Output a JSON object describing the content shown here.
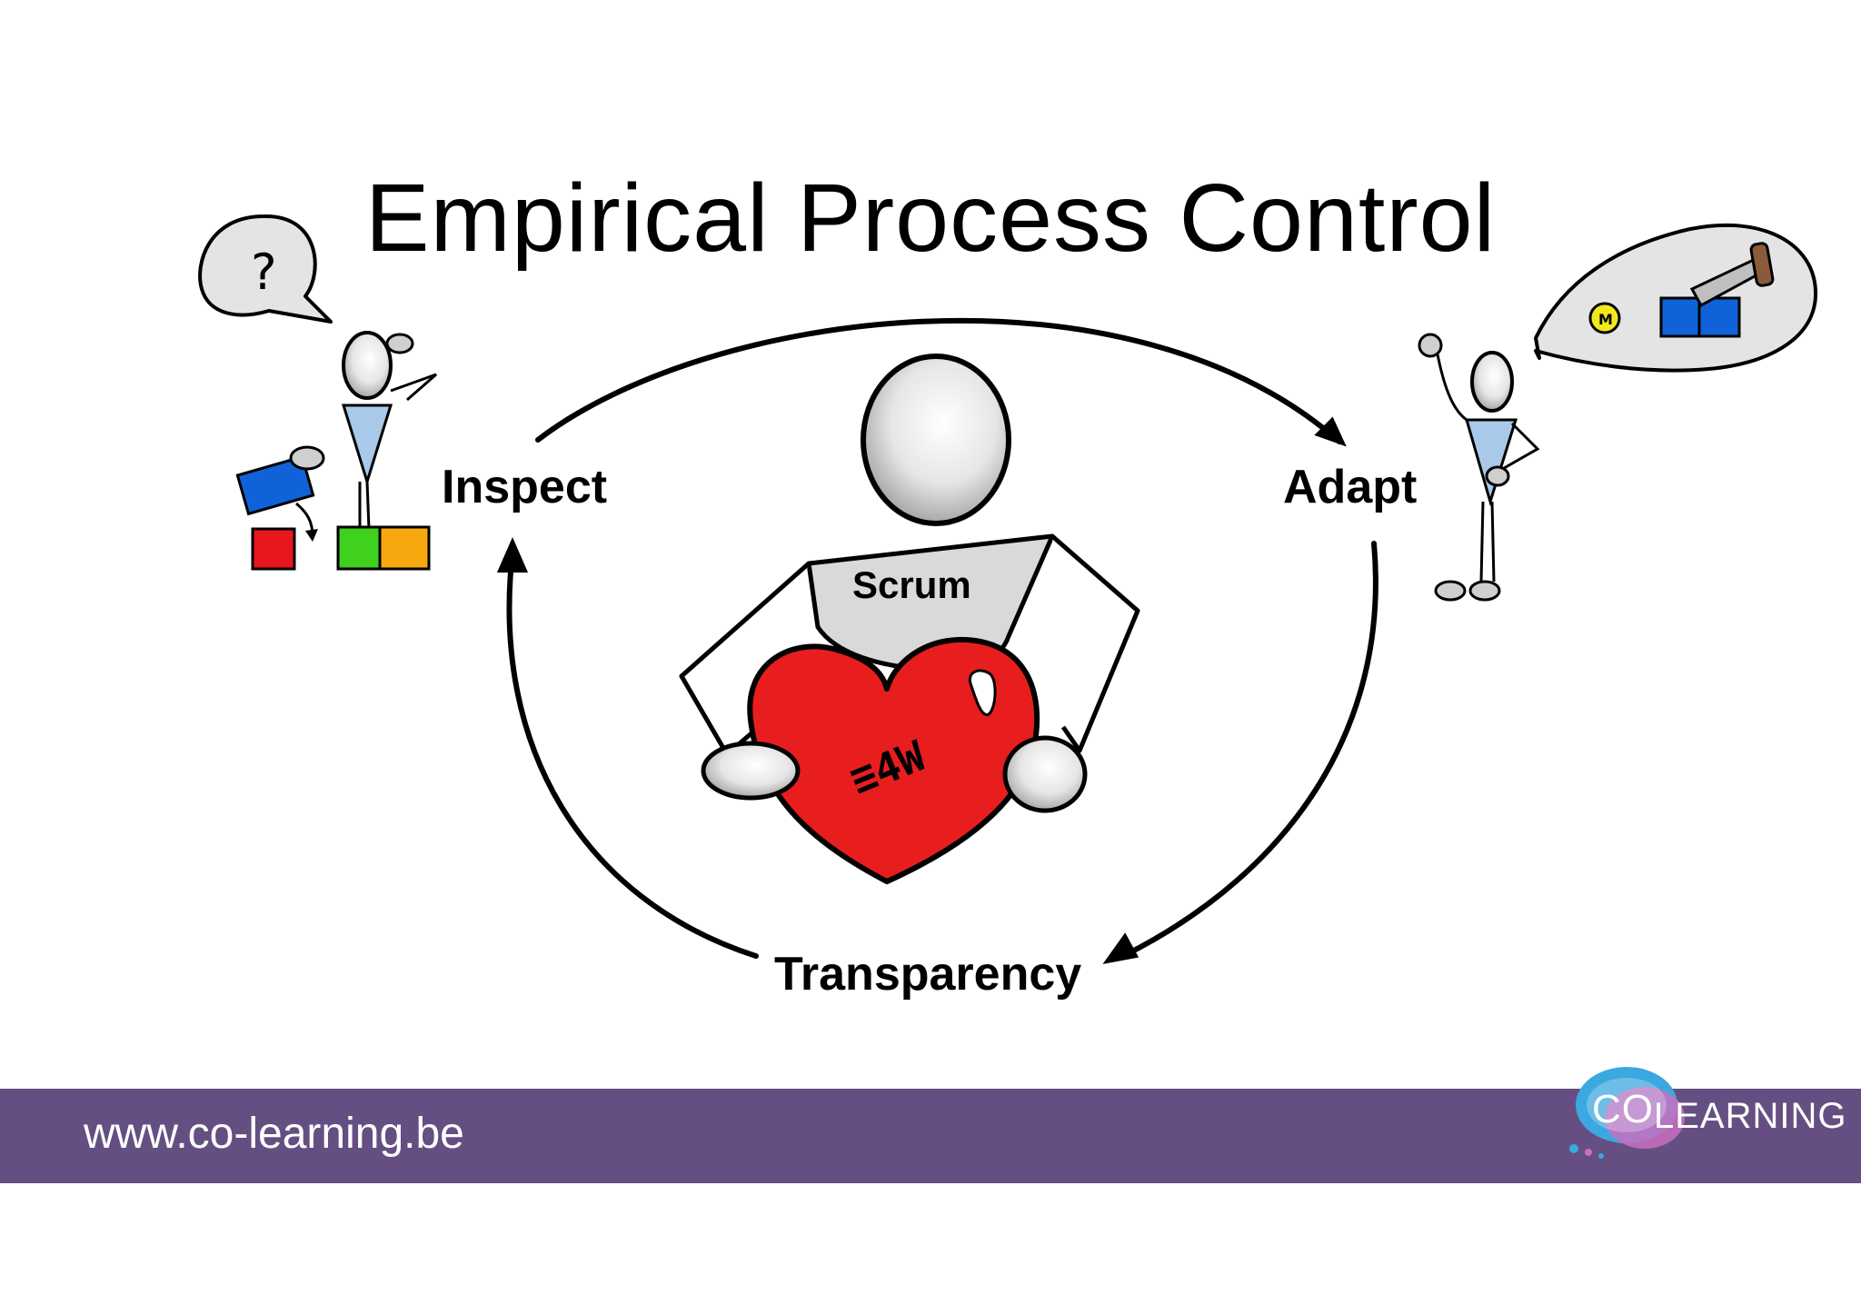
{
  "diagram": {
    "title": "Empirical Process Control",
    "center_label": "Scrum",
    "heart_text": "≡4W",
    "nodes": [
      {
        "id": "inspect",
        "label": "Inspect"
      },
      {
        "id": "adapt",
        "label": "Adapt"
      },
      {
        "id": "transparency",
        "label": "Transparency"
      }
    ],
    "edges": [
      {
        "from": "inspect",
        "to": "adapt"
      },
      {
        "from": "adapt",
        "to": "transparency"
      },
      {
        "from": "transparency",
        "to": "inspect"
      }
    ],
    "speech_bubble_left": "?",
    "bulb_letter": "M"
  },
  "footer": {
    "url": "www.co-learning.be",
    "logo_co": "CO",
    "logo_learning": "LEARNING"
  },
  "colors": {
    "footer": "#654f82",
    "heart": "#e81e1e",
    "block_red": "#e8161f",
    "block_green": "#3fd11e",
    "block_orange": "#f7a80f",
    "block_blue": "#1162d8",
    "shirt": "#a9c9e8",
    "logo_blue": "#3ba8e0",
    "logo_pink": "#c86fc0"
  }
}
